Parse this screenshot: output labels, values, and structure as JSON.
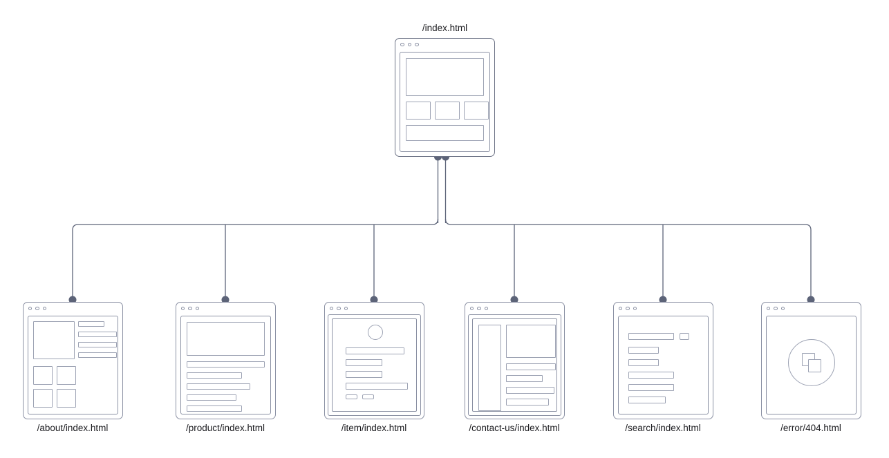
{
  "diagram": {
    "type": "sitemap-tree",
    "title_root": "/index.html",
    "node_count": 7,
    "colors": {
      "stroke": "#8a90a3",
      "wireframe_stroke": "#9ca2b3",
      "connector": "#5c6378",
      "label_text": "#1b1b1f",
      "background": "#ffffff"
    }
  },
  "root": {
    "label": "/index.html",
    "name": "index",
    "titlebar_dots": [
      "dot-1",
      "dot-2",
      "dot-3"
    ],
    "wireframe": [
      {
        "name": "hero-block",
        "kind": "block"
      },
      {
        "name": "card-left",
        "kind": "square"
      },
      {
        "name": "card-center",
        "kind": "square"
      },
      {
        "name": "card-right",
        "kind": "square"
      },
      {
        "name": "footer-bar",
        "kind": "bar"
      }
    ]
  },
  "children": [
    {
      "label": "/about/index.html",
      "name": "about",
      "titlebar_dots": [
        "dot-1",
        "dot-2",
        "dot-3"
      ],
      "wireframe": [
        {
          "name": "about-image",
          "kind": "block"
        },
        {
          "name": "about-line-1",
          "kind": "bar"
        },
        {
          "name": "about-line-2",
          "kind": "bar"
        },
        {
          "name": "about-line-3",
          "kind": "bar"
        },
        {
          "name": "about-line-4",
          "kind": "bar"
        },
        {
          "name": "about-tile-1",
          "kind": "square"
        },
        {
          "name": "about-tile-2",
          "kind": "square"
        },
        {
          "name": "about-tile-3",
          "kind": "square"
        },
        {
          "name": "about-tile-4",
          "kind": "square"
        }
      ]
    },
    {
      "label": "/product/index.html",
      "name": "product",
      "titlebar_dots": [
        "dot-1",
        "dot-2",
        "dot-3"
      ],
      "wireframe": [
        {
          "name": "product-hero",
          "kind": "block"
        },
        {
          "name": "product-line-1",
          "kind": "bar"
        },
        {
          "name": "product-line-2",
          "kind": "bar"
        },
        {
          "name": "product-line-3",
          "kind": "bar"
        },
        {
          "name": "product-line-4",
          "kind": "bar"
        },
        {
          "name": "product-line-5",
          "kind": "bar"
        }
      ]
    },
    {
      "label": "/item/index.html",
      "name": "item",
      "titlebar_dots": [
        "dot-1",
        "dot-2",
        "dot-3"
      ],
      "wireframe": [
        {
          "name": "item-avatar-circle",
          "kind": "circle"
        },
        {
          "name": "item-line-1",
          "kind": "bar"
        },
        {
          "name": "item-line-2",
          "kind": "bar"
        },
        {
          "name": "item-line-3",
          "kind": "bar"
        },
        {
          "name": "item-line-4",
          "kind": "bar"
        },
        {
          "name": "item-button-1",
          "kind": "pill"
        },
        {
          "name": "item-button-2",
          "kind": "pill"
        }
      ]
    },
    {
      "label": "/contact-us/index.html",
      "name": "contact-us",
      "titlebar_dots": [
        "dot-1",
        "dot-2",
        "dot-3"
      ],
      "wireframe": [
        {
          "name": "contact-sidebar",
          "kind": "block"
        },
        {
          "name": "contact-map-block",
          "kind": "block"
        },
        {
          "name": "contact-field-1",
          "kind": "bar"
        },
        {
          "name": "contact-field-2",
          "kind": "bar"
        },
        {
          "name": "contact-field-3",
          "kind": "bar"
        },
        {
          "name": "contact-field-4",
          "kind": "bar"
        }
      ]
    },
    {
      "label": "/search/index.html",
      "name": "search",
      "titlebar_dots": [
        "dot-1",
        "dot-2",
        "dot-3"
      ],
      "wireframe": [
        {
          "name": "search-input",
          "kind": "bar"
        },
        {
          "name": "search-button",
          "kind": "pill"
        },
        {
          "name": "search-result-1",
          "kind": "bar"
        },
        {
          "name": "search-result-2",
          "kind": "bar"
        },
        {
          "name": "search-result-3",
          "kind": "bar"
        },
        {
          "name": "search-result-4",
          "kind": "bar"
        },
        {
          "name": "search-result-5",
          "kind": "bar"
        }
      ]
    },
    {
      "label": "/error/404.html",
      "name": "error-404",
      "titlebar_dots": [
        "dot-1",
        "dot-2",
        "dot-3"
      ],
      "wireframe": [
        {
          "name": "error-circle",
          "kind": "bigcircle"
        },
        {
          "name": "error-pages-icon-back",
          "kind": "square"
        },
        {
          "name": "error-pages-icon-front",
          "kind": "square"
        }
      ]
    }
  ]
}
